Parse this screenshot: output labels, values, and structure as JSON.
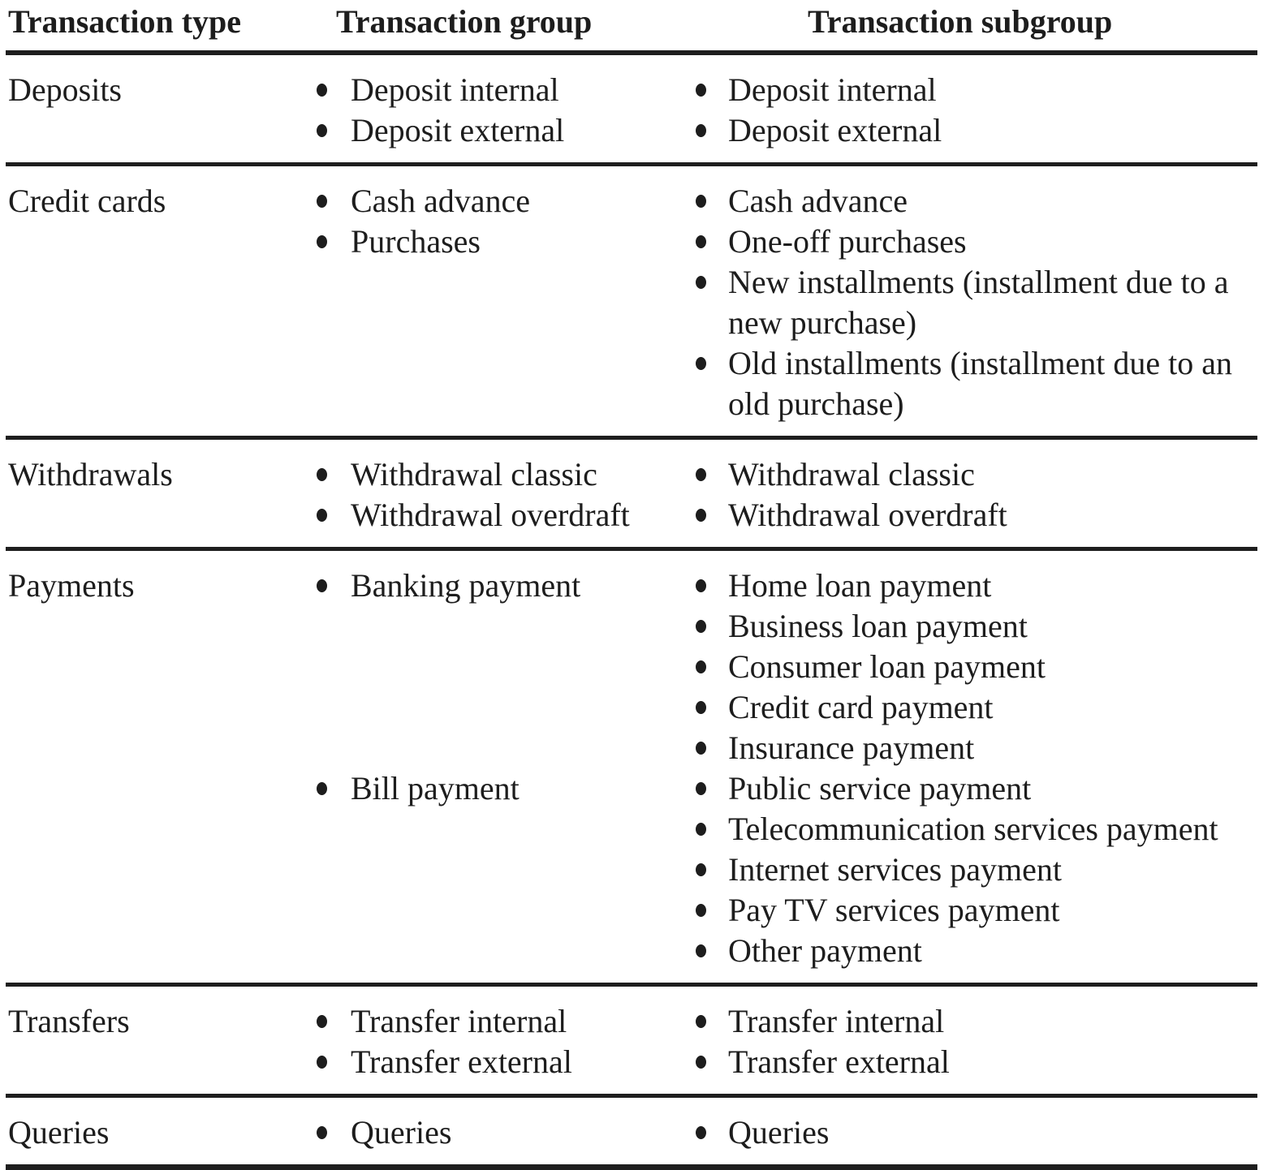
{
  "table": {
    "headers": {
      "type": "Transaction type",
      "group": "Transaction group",
      "subgroup": "Transaction subgroup"
    },
    "rows": [
      {
        "type": "Deposits",
        "groups": [
          "Deposit internal",
          "Deposit external"
        ],
        "subgroups": [
          "Deposit internal",
          "Deposit external"
        ]
      },
      {
        "type": "Credit cards",
        "groups": [
          "Cash advance",
          "Purchases"
        ],
        "subgroups": [
          "Cash advance",
          "One-off purchases",
          "New installments (installment due to a new purchase)",
          "Old installments (installment due to an old purchase)"
        ]
      },
      {
        "type": "Withdrawals",
        "groups": [
          "Withdrawal classic",
          "Withdrawal overdraft"
        ],
        "subgroups": [
          "Withdrawal classic",
          "Withdrawal overdraft"
        ]
      },
      {
        "type": "Payments",
        "groups": [
          "Banking payment",
          "Bill payment"
        ],
        "subgroups": [
          "Home loan payment",
          "Business loan payment",
          "Consumer loan payment",
          "Credit card payment",
          "Insurance payment",
          "Public service payment",
          "Telecommunication services payment",
          "Internet services payment",
          "Pay TV services payment",
          "Other payment"
        ]
      },
      {
        "type": "Transfers",
        "groups": [
          "Transfer internal",
          "Transfer external"
        ],
        "subgroups": [
          "Transfer internal",
          "Transfer external"
        ]
      },
      {
        "type": "Queries",
        "groups": [
          "Queries"
        ],
        "subgroups": [
          "Queries"
        ]
      }
    ],
    "colors": {
      "text": "#1d1d1d",
      "rule": "#1e1e1e",
      "background": "#ffffff"
    }
  }
}
